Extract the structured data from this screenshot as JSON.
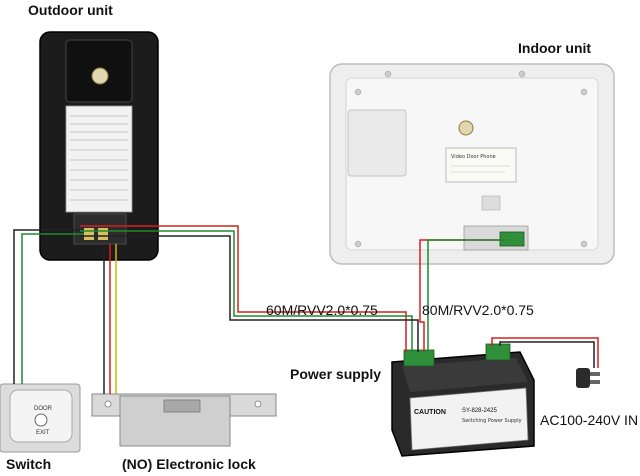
{
  "labels": {
    "outdoor_unit": "Outdoor unit",
    "indoor_unit": "Indoor unit",
    "cable_outdoor": "60M/RVV2.0*0.75",
    "cable_indoor": "80M/RVV2.0*0.75",
    "power_supply": "Power supply",
    "ac_input": "AC100-240V IN",
    "switch": "Switch",
    "electronic_lock": "(NO) Electronic lock"
  },
  "device_text": {
    "switch_top": "DOOR",
    "switch_bottom": "EXIT",
    "indoor_plate": "Video Door Phone",
    "psu_caution": "CAUTION",
    "psu_model": "SY-828-2425",
    "psu_type": "Switching Power Supply"
  },
  "colors": {
    "wire_red": "#d42020",
    "wire_green": "#1f8a2e",
    "wire_yellow": "#d8b400",
    "wire_black": "#222222",
    "outdoor_body": "#1c1c1c",
    "indoor_body": "#eeeeee",
    "psu_body": "#2a2a2a"
  }
}
